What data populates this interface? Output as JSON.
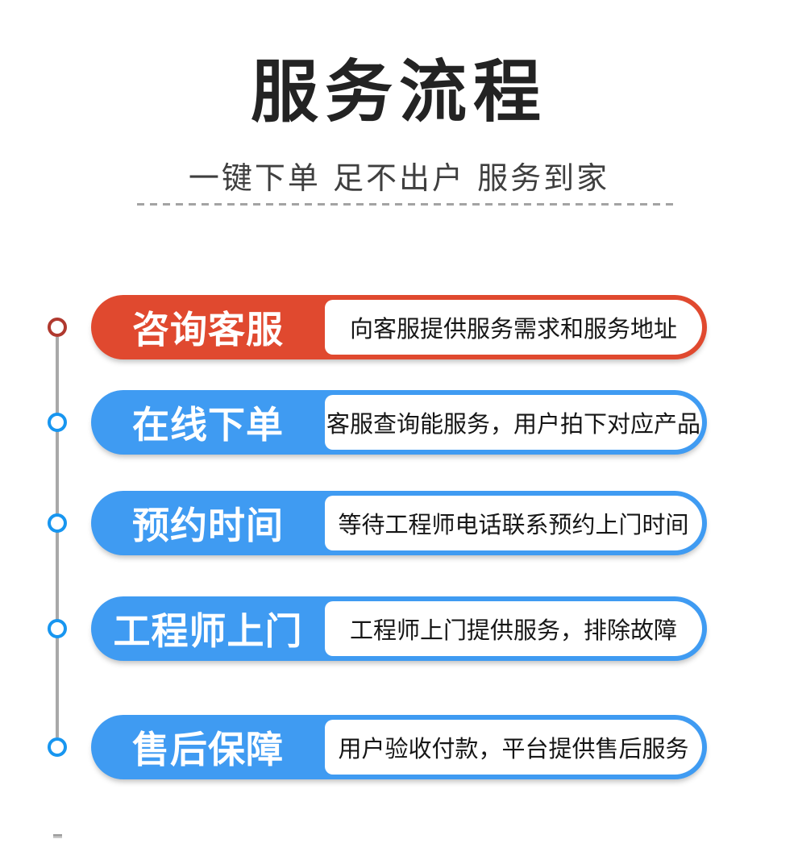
{
  "header": {
    "title": "服务流程",
    "subtitle": "一键下单 足不出户 服务到家"
  },
  "colors": {
    "step_red": "#e0492f",
    "step_blue": "#3f9bf2",
    "dot_red": "#b0392f",
    "dot_blue": "#1896f0",
    "timeline_gray": "#a9a9a9"
  },
  "steps": [
    {
      "label": "咨询客服",
      "description": "向客服提供服务需求和服务地址",
      "theme": "red"
    },
    {
      "label": "在线下单",
      "description": "客服查询能服务，用户拍下对应产品",
      "theme": "blue"
    },
    {
      "label": "预约时间",
      "description": "等待工程师电话联系预约上门时间",
      "theme": "blue"
    },
    {
      "label": "工程师上门",
      "description": "工程师上门提供服务，排除故障",
      "theme": "blue"
    },
    {
      "label": "售后保障",
      "description": "用户验收付款，平台提供售后服务",
      "theme": "blue"
    }
  ]
}
